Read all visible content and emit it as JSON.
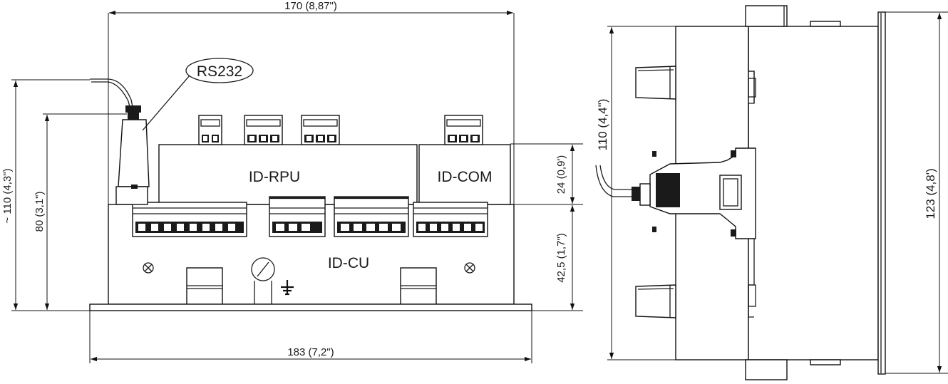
{
  "front_view": {
    "dim_top_width": "170 (8,87\")",
    "dim_bottom_width": "183 (7,2\")",
    "dim_total_height": "~ 110 (4,3\")",
    "dim_mid_height": "80 (3,1\")",
    "dim_module_height": "24 (0,9')",
    "dim_cu_height": "42,5 (1,7\")",
    "label_rs232": "RS232",
    "label_rpu": "ID-RPU",
    "label_com": "ID-COM",
    "label_cu": "ID-CU"
  },
  "side_view": {
    "dim_depth_left": "110 (4,4\")",
    "dim_height_right": "123 (4,8')"
  }
}
